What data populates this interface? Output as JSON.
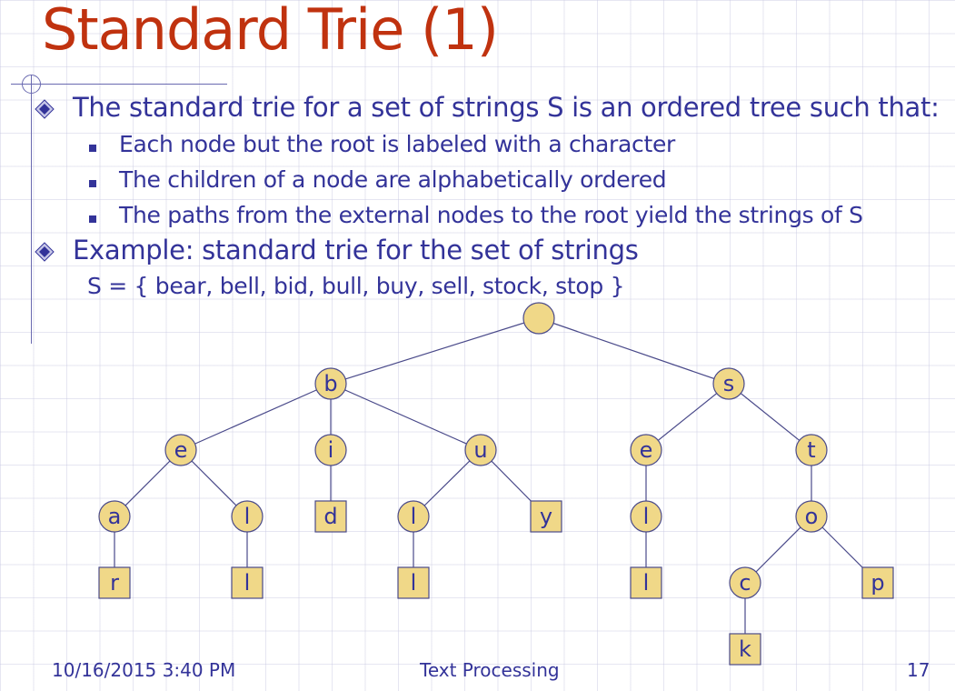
{
  "slide": {
    "title": "Standard Trie (1)",
    "bullet1": "The standard trie for a set of strings S is an ordered tree such that:",
    "sub_items": [
      "Each node but the root is labeled with a character",
      "The children of a node are alphabetically ordered",
      "The paths from the external nodes to the root yield the strings of S"
    ],
    "bullet2": "Example: standard trie for the set of strings",
    "set_line": "S = { bear, bell, bid, bull, buy, sell, stock, stop }"
  },
  "tree": {
    "node_fill": "#f0d888",
    "node_stroke": "#4a4a8a",
    "edge_color": "#4a4a8a",
    "nodes": [
      {
        "id": "root",
        "label": "",
        "shape": "circle"
      },
      {
        "id": "b",
        "label": "b",
        "shape": "circle"
      },
      {
        "id": "s",
        "label": "s",
        "shape": "circle"
      },
      {
        "id": "be",
        "label": "e",
        "shape": "circle"
      },
      {
        "id": "bi",
        "label": "i",
        "shape": "circle"
      },
      {
        "id": "bu",
        "label": "u",
        "shape": "circle"
      },
      {
        "id": "se",
        "label": "e",
        "shape": "circle"
      },
      {
        "id": "st",
        "label": "t",
        "shape": "circle"
      },
      {
        "id": "bea",
        "label": "a",
        "shape": "circle"
      },
      {
        "id": "bel",
        "label": "l",
        "shape": "circle"
      },
      {
        "id": "bid",
        "label": "d",
        "shape": "square"
      },
      {
        "id": "bul",
        "label": "l",
        "shape": "circle"
      },
      {
        "id": "buy",
        "label": "y",
        "shape": "square"
      },
      {
        "id": "sel",
        "label": "l",
        "shape": "circle"
      },
      {
        "id": "sto",
        "label": "o",
        "shape": "circle"
      },
      {
        "id": "bear",
        "label": "r",
        "shape": "square"
      },
      {
        "id": "bell",
        "label": "l",
        "shape": "square"
      },
      {
        "id": "bull",
        "label": "l",
        "shape": "square"
      },
      {
        "id": "sell",
        "label": "l",
        "shape": "square"
      },
      {
        "id": "stoc",
        "label": "c",
        "shape": "circle"
      },
      {
        "id": "stop",
        "label": "p",
        "shape": "square"
      },
      {
        "id": "stock",
        "label": "k",
        "shape": "square"
      }
    ],
    "edges": [
      [
        "root",
        "b"
      ],
      [
        "root",
        "s"
      ],
      [
        "b",
        "be"
      ],
      [
        "b",
        "bi"
      ],
      [
        "b",
        "bu"
      ],
      [
        "s",
        "se"
      ],
      [
        "s",
        "st"
      ],
      [
        "be",
        "bea"
      ],
      [
        "be",
        "bel"
      ],
      [
        "bi",
        "bid"
      ],
      [
        "bu",
        "bul"
      ],
      [
        "bu",
        "buy"
      ],
      [
        "se",
        "sel"
      ],
      [
        "st",
        "sto"
      ],
      [
        "bea",
        "bear"
      ],
      [
        "bel",
        "bell"
      ],
      [
        "bul",
        "bull"
      ],
      [
        "sel",
        "sell"
      ],
      [
        "sto",
        "stoc"
      ],
      [
        "sto",
        "stop"
      ],
      [
        "stoc",
        "stock"
      ]
    ]
  },
  "footer": {
    "date": "10/16/2015 3:40 PM",
    "center": "Text Processing",
    "page": "17"
  }
}
